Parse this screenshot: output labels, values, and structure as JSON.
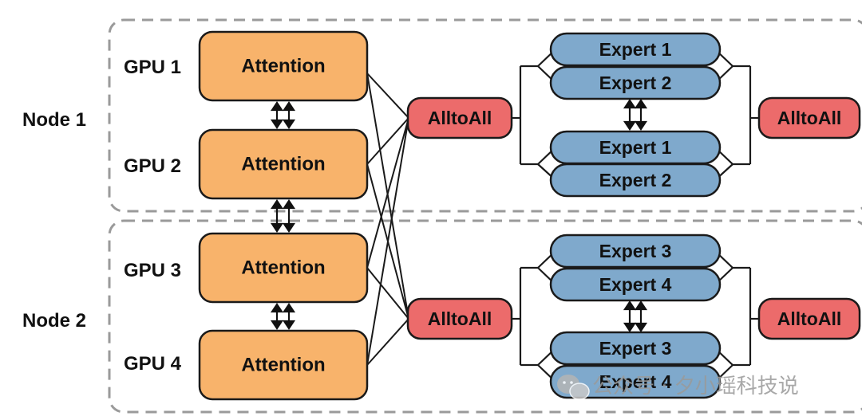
{
  "nodes": [
    {
      "label": "Node 1",
      "gpus": [
        {
          "label": "GPU 1",
          "module": "Attention"
        },
        {
          "label": "GPU 2",
          "module": "Attention"
        }
      ],
      "alltoall_in": "AlltoAll",
      "alltoall_out": "AlltoAll",
      "expert_groups": [
        [
          "Expert 1",
          "Expert 2"
        ],
        [
          "Expert 1",
          "Expert 2"
        ]
      ]
    },
    {
      "label": "Node 2",
      "gpus": [
        {
          "label": "GPU 3",
          "module": "Attention"
        },
        {
          "label": "GPU 4",
          "module": "Attention"
        }
      ],
      "alltoall_in": "AlltoAll",
      "alltoall_out": "AlltoAll",
      "expert_groups": [
        [
          "Expert 3",
          "Expert 4"
        ],
        [
          "Expert 3",
          "Expert 4"
        ]
      ]
    }
  ],
  "watermark": {
    "text": "公众号 · 夕小瑶科技说",
    "icon": "wechat-icon"
  },
  "colors": {
    "attention": "#F8B36B",
    "alltoall": "#EC6B6B",
    "expert": "#7FA9CC",
    "border": "#1a1a1a",
    "node_dash": "#9a9a9a"
  }
}
